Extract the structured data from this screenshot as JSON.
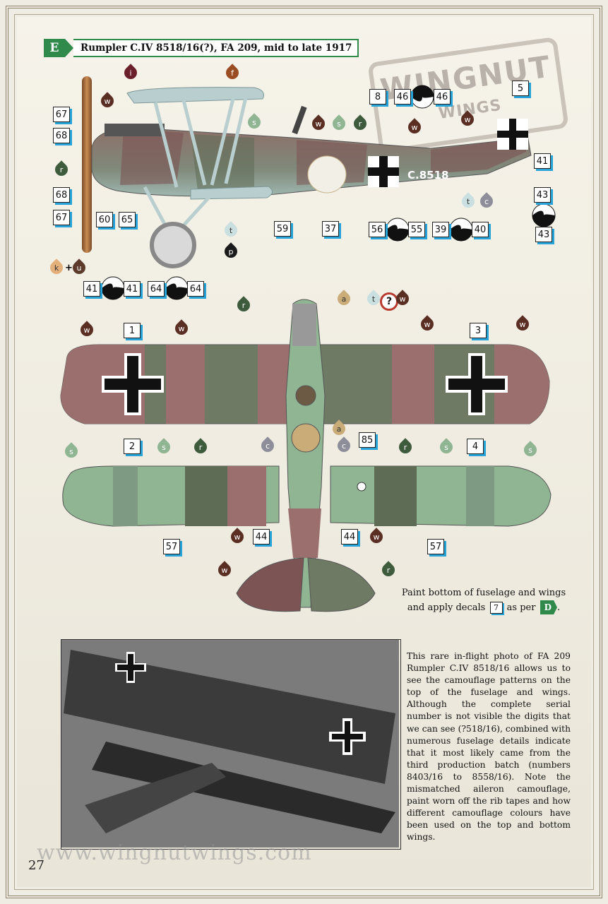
{
  "header": {
    "profile_letter": "E",
    "title": "Rumpler C.IV 8518/16(?), FA 209, mid to late 1917"
  },
  "watermark_stamp": {
    "line1": "WINGNUT",
    "line2": "WINGS"
  },
  "aircraft": {
    "serial_marking": "C.8518"
  },
  "colours": {
    "w": "#5a2e22",
    "s": "#8fb592",
    "r": "#3f5b3e",
    "i": "#6a1f2a",
    "f": "#9a4c22",
    "t": "#c9dfe0",
    "c": "#8d8e99",
    "p": "#1b1b1b",
    "a": "#c9ac78",
    "k": "#e3b07b",
    "u": "#5c3b2a",
    "question_ring": "#b83a2e"
  },
  "side_callouts": [
    "67",
    "68",
    "68",
    "67",
    "60",
    "65",
    "59",
    "37",
    "8",
    "46",
    "46",
    "5",
    "41",
    "43",
    "43",
    "56",
    "55",
    "39",
    "40",
    "41",
    "41",
    "64",
    "64"
  ],
  "side_drops": [
    "i",
    "f",
    "w",
    "s",
    "w",
    "s",
    "r",
    "w",
    "w",
    "r",
    "t",
    "c",
    "t",
    "p",
    "k",
    "u"
  ],
  "plus_sign": "+",
  "top_callouts": [
    "1",
    "3",
    "2",
    "4",
    "85",
    "57",
    "44",
    "44",
    "57"
  ],
  "top_drops": [
    "r",
    "a",
    "t",
    "?",
    "w",
    "w",
    "w",
    "w",
    "w",
    "a",
    "s",
    "s",
    "r",
    "c",
    "c",
    "r",
    "s",
    "s",
    "w",
    "w",
    "w",
    "r"
  ],
  "note": {
    "line1": "Paint bottom of fuselage and wings",
    "line2_a": "and apply decals",
    "decal_ref": "7",
    "line2_b": "as per",
    "profile_ref": "D",
    "end": "."
  },
  "caption": "This rare in-flight photo of FA 209 Rumpler C.IV 8518/16 allows us to see the camouflage patterns on the top of the fuselage and wings. Although the complete serial number is not visible the digits that we can see (?518/16), combined with numerous fuselage details indicate that it most likely came from the third production batch (numbers 8403/16 to 8558/16). Note the mismatched aileron camouflage, paint worn off the rib tapes and how different camouflage colours have been used on the top and bottom wings.",
  "footer": {
    "website": "www.wingnutwings.com",
    "page_number": "27"
  }
}
